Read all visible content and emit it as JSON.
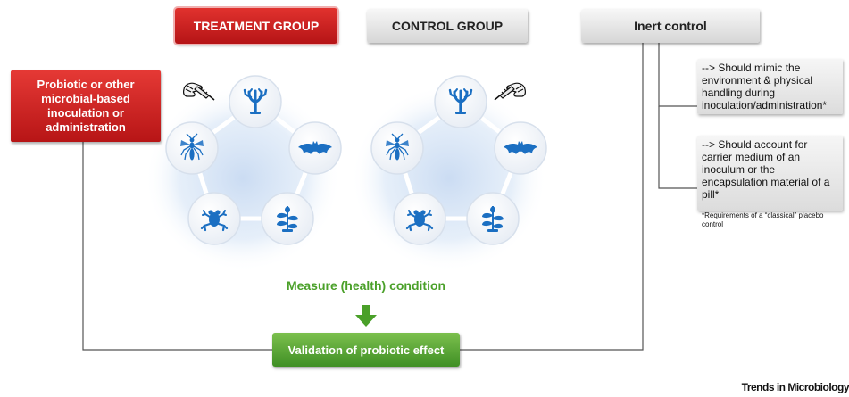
{
  "headers": {
    "treatment": "TREATMENT GROUP",
    "control": "CONTROL GROUP",
    "inert": "Inert control"
  },
  "probiotic_box": "Probiotic or other microbial-based inoculation or administration",
  "notes": {
    "mimic": "--> Should mimic the environment & physical handling during inoculation/administration*",
    "carrier": "--> Should account for carrier medium of an inoculum or the encapsulation material of a pill*",
    "footnote": "*Requirements of a “classical” placebo control"
  },
  "measure_label": "Measure (health) condition",
  "validation_label": "Validation of probiotic effect",
  "journal": "Trends in Microbiology",
  "host_icons": [
    "coral-icon",
    "bat-icon",
    "plant-icon",
    "frog-icon",
    "insect-icon"
  ],
  "colors": {
    "treatment_red": "#c8181b",
    "validation_green": "#5aa534",
    "icon_blue": "#1b6fc2",
    "glow_blue": "#c8daf2"
  }
}
